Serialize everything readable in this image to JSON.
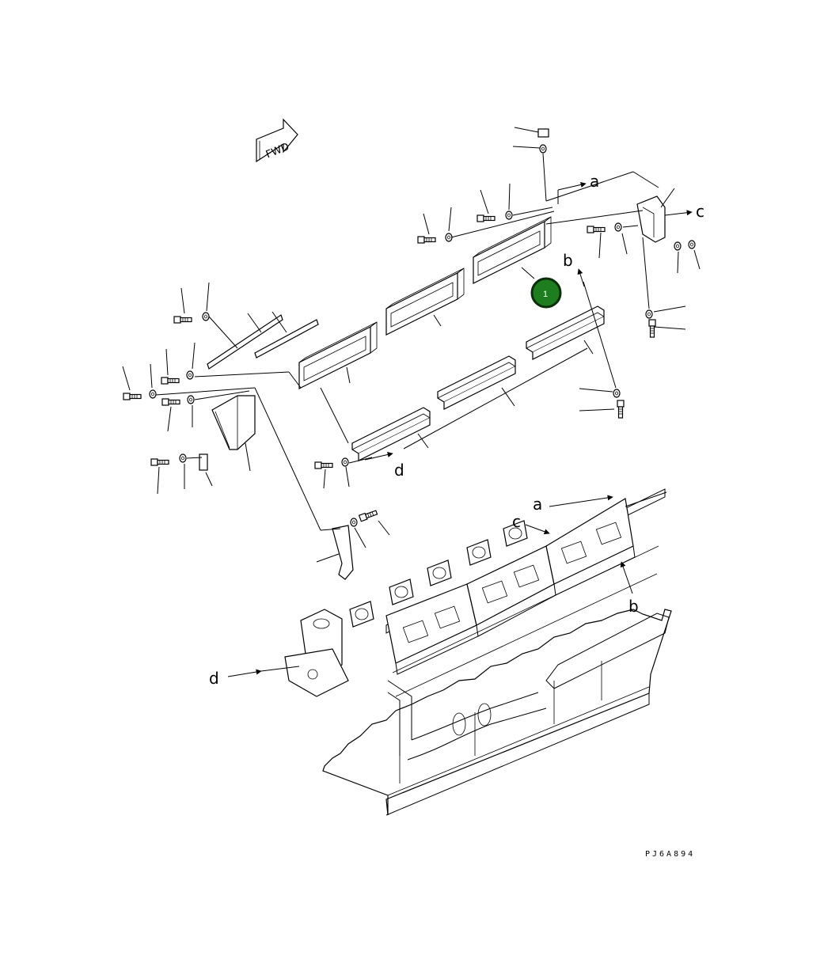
{
  "diagram": {
    "direction_label": "FWD",
    "callout": {
      "number": "1",
      "color": "#1e7d1e",
      "ring_color": "#0b2e0b"
    },
    "labels": [
      "a",
      "b",
      "c",
      "d"
    ],
    "drawing_code": "PJ6A894"
  }
}
